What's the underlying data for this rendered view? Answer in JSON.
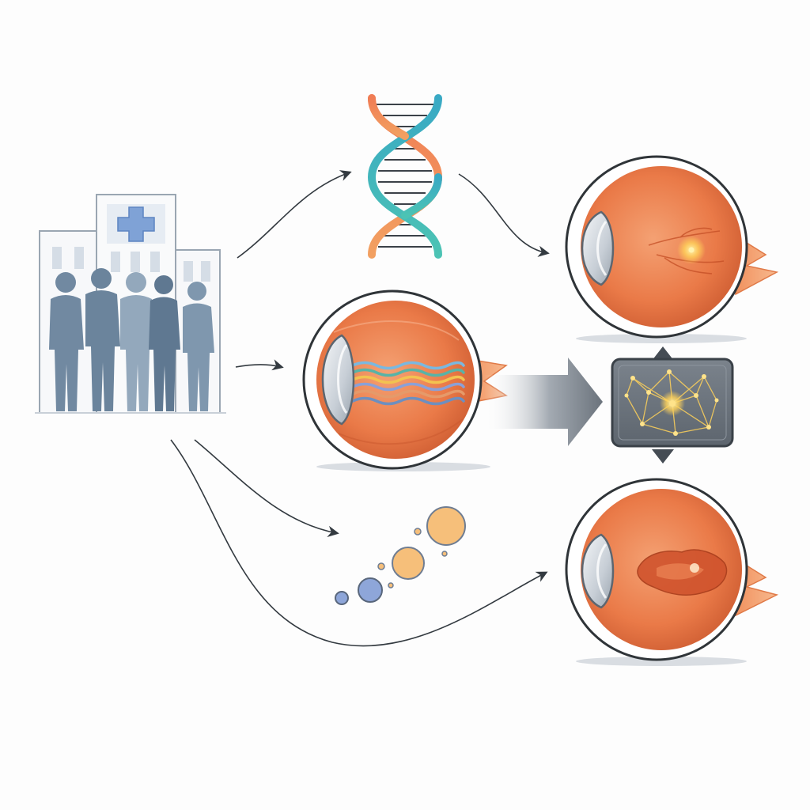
{
  "diagram": {
    "nodes": [
      {
        "id": "patient-cohort",
        "icon": "hospital-patients-icon"
      },
      {
        "id": "genomic-data",
        "icon": "dna-helix-icon"
      },
      {
        "id": "retinal-imaging",
        "icon": "eye-cross-section-icon"
      },
      {
        "id": "biomarkers",
        "icon": "molecule-circles-icon"
      },
      {
        "id": "ai-analysis",
        "icon": "neural-network-chip-icon"
      },
      {
        "id": "eye-early-stage",
        "icon": "eye-retina-lesion-icon"
      },
      {
        "id": "eye-advanced-stage",
        "icon": "eye-retina-degeneration-icon"
      }
    ],
    "edges": [
      {
        "from": "patient-cohort",
        "to": "genomic-data"
      },
      {
        "from": "patient-cohort",
        "to": "retinal-imaging"
      },
      {
        "from": "patient-cohort",
        "to": "biomarkers"
      },
      {
        "from": "patient-cohort",
        "to": "eye-advanced-stage"
      },
      {
        "from": "genomic-data",
        "to": "eye-early-stage"
      },
      {
        "from": "retinal-imaging",
        "to": "ai-analysis"
      },
      {
        "from": "ai-analysis",
        "to": "eye-early-stage"
      },
      {
        "from": "ai-analysis",
        "to": "eye-advanced-stage"
      }
    ],
    "colors": {
      "people": "#6f8aa3",
      "eye_orange": "#ec7a48",
      "dna_orange": "#ef8a5a",
      "dna_teal": "#3fb4b8",
      "glow": "#ffd25a",
      "arrow": "#333a40",
      "panel": "#6e7680"
    }
  }
}
